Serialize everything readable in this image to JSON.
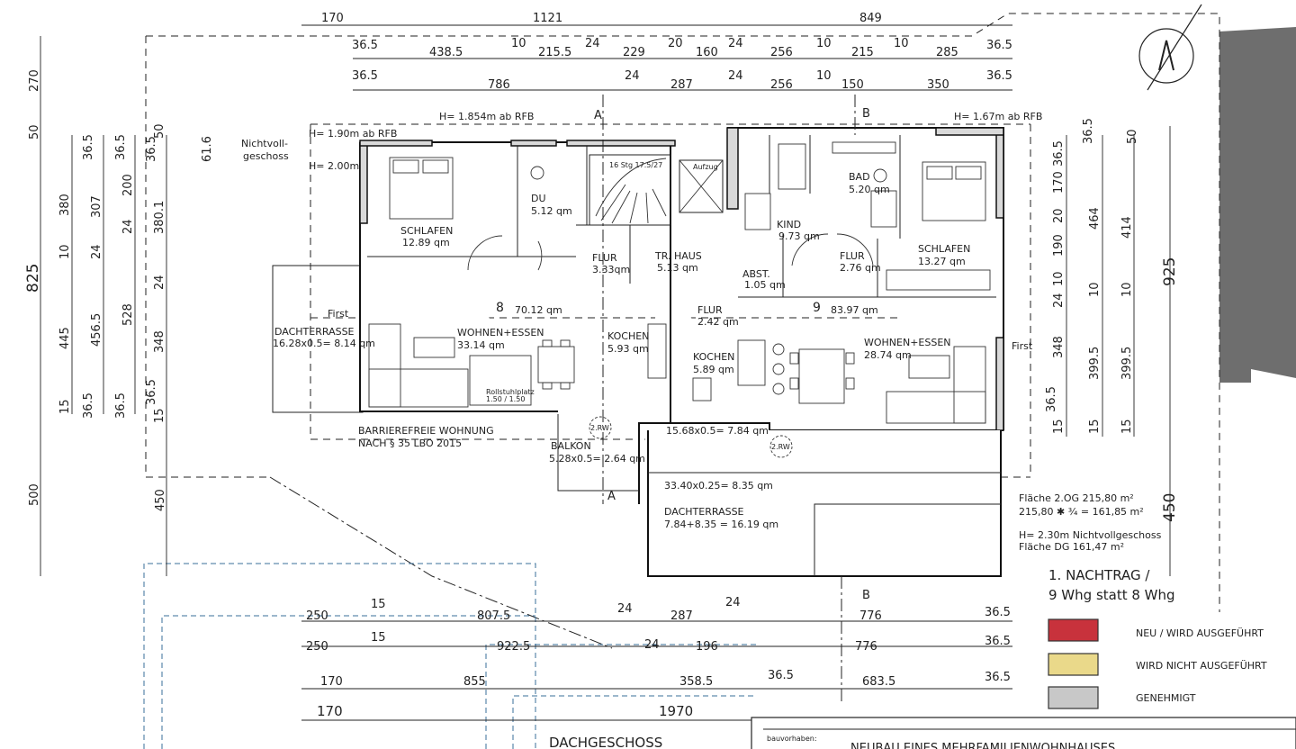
{
  "drawing": {
    "title": "DACHGESCHOSS",
    "project_label": "bauvorhaben:",
    "project_name": "NEUBAU EINES MEHRFAMILIENWOHNHAUSES",
    "north_symbol": "north-arrow-icon"
  },
  "revision": {
    "line1": "1. NACHTRAG /",
    "line2": "9 Whg statt 8 Whg"
  },
  "legend": [
    {
      "label": "NEU / WIRD AUSGEFÜHRT",
      "color": "#c8323c"
    },
    {
      "label": "WIRD NICHT AUSGEFÜHRT",
      "color": "#ead98a"
    },
    {
      "label": "GENEHMIGT",
      "color": "#c8c8c8"
    }
  ],
  "areas": {
    "line1": "Fläche 2.OG  215,80 m²",
    "line2": "215,80 ✱ ¾ = 161,85 m²",
    "line3": "H= 2.30m Nichtvollgeschoss",
    "line4": "Fläche DG 161,47  m²"
  },
  "heights": {
    "h1": "H= 1.854m ab RFB",
    "h2": "H= 1.67m ab RFB",
    "h3": "H= 1.90m ab RFB",
    "h4": "H= 2.00m",
    "nicht1": "Nichtvoll-",
    "nicht2": "geschoss",
    "first_left": "First",
    "first_right": "First"
  },
  "rooms": [
    {
      "name": "SCHLAFEN",
      "area": "12.89 qm"
    },
    {
      "name": "DU",
      "area": "5.12 qm"
    },
    {
      "name": "FLUR",
      "area": "3.33qm"
    },
    {
      "name": "TR. HAUS",
      "area": "5.13 qm"
    },
    {
      "name": "KIND",
      "area": "9.73 qm"
    },
    {
      "name": "BAD",
      "area": "5.20 qm"
    },
    {
      "name": "FLUR",
      "area": "2.76 qm"
    },
    {
      "name": "SCHLAFEN",
      "area": "13.27 qm"
    },
    {
      "name": "ABST.",
      "area": "1.05 qm"
    },
    {
      "name": "FLUR",
      "area": "2.42 qm"
    },
    {
      "name": "WOHNEN+ESSEN",
      "area": "33.14 qm"
    },
    {
      "name": "KOCHEN",
      "area": "5.93 qm"
    },
    {
      "name": "KOCHEN",
      "area": "5.89 qm"
    },
    {
      "name": "WOHNEN+ESSEN",
      "area": "28.74 qm"
    }
  ],
  "units": {
    "u8": "8",
    "u8_area": "70.12 qm",
    "u9": "9",
    "u9_area": "83.97 qm",
    "barrier1": "BARRIEREFREIE WOHNUNG",
    "barrier2": "NACH § 35 LBO 2015"
  },
  "terraces": {
    "left_name": "DACHTERRASSE",
    "left_calc": "16.28x0.5= 8.14 qm",
    "balkon_name": "BALKON",
    "balkon_calc": "5.28x0.5= 2.64 qm",
    "t1": "15.68x0.5= 7.84 qm",
    "t2": "33.40x0.25= 8.35 qm",
    "big_name": "DACHTERRASSE",
    "big_calc": "7.84+8.35 = 16.19 qm"
  },
  "labels": {
    "rw": "2.RW",
    "section_a": "A",
    "section_b": "B",
    "stair": "16 Stg 17.5/27",
    "lift": "Aufzug",
    "rollstuhl1": "Rollstuhlplatz",
    "rollstuhl2": "1.50 / 1.50"
  },
  "dims_top": {
    "r1": [
      "170",
      "1121",
      "849"
    ],
    "r2": [
      "36.5",
      "438.5",
      "10",
      "215.5",
      "24",
      "229",
      "20",
      "160",
      "24",
      "256",
      "10",
      "215",
      "10",
      "285",
      "36.5"
    ],
    "r3": [
      "36.5",
      "786",
      "24",
      "287",
      "24",
      "256",
      "10",
      "150",
      "350",
      "36.5"
    ]
  },
  "dims_left": {
    "c1": [
      "270",
      "825",
      "500"
    ],
    "c2": [
      "50",
      "380",
      "10",
      "445",
      "15",
      "450"
    ],
    "c3": [
      "36.5",
      "307",
      "24",
      "456.5",
      "36.5"
    ],
    "c4": [
      "36.5",
      "200",
      "24",
      "528",
      "36.5"
    ],
    "c5": [
      "36.5",
      "380.1",
      "24",
      "348",
      "36.5",
      "15",
      "50"
    ],
    "c6": [
      "61.6"
    ]
  },
  "dims_right": {
    "c1": [
      "36.5",
      "170",
      "20",
      "190",
      "10",
      "24",
      "348",
      "36.5",
      "15"
    ],
    "c2": [
      "36.5",
      "464",
      "10",
      "399.5",
      "15"
    ],
    "c3": [
      "50",
      "414",
      "10",
      "399.5",
      "15"
    ],
    "c4": [
      "925",
      "450"
    ]
  },
  "dims_bottom": {
    "r1": [
      "250",
      "15",
      "807.5",
      "24",
      "287",
      "24",
      "776",
      "36.5"
    ],
    "r2": [
      "250",
      "15",
      "922.5",
      "24",
      "196",
      "776",
      "36.5"
    ],
    "r3": [
      "170",
      "855",
      "358.5",
      "36.5",
      "683.5",
      "36.5"
    ],
    "r4": [
      "170",
      "1970"
    ]
  }
}
